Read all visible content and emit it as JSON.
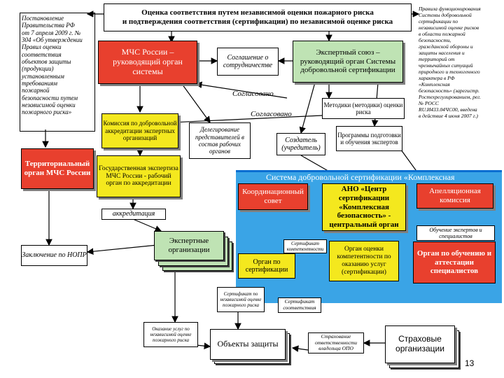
{
  "title_line1": "Оценка соответствия путем независимой оценки пожарного риска",
  "title_line2": "и подтверждения соответствия (сертификации) по независимой оценке риска",
  "left_col": {
    "head": "Постановление",
    "lines": [
      "Правительства РФ",
      "от 7 апреля 2009 г. №",
      "304 «Об утверждении",
      "Правил оценки",
      "соответствия",
      "объектов защиты",
      "(продукции)",
      "установленным",
      "требованиям",
      "пожарной",
      "безопасности путем",
      "независимой оценки",
      "пожарного риска»"
    ]
  },
  "right_col": {
    "lines": [
      "Правила функционирования",
      "Системы добровольной",
      "сертификации по",
      "независимой оценке рисков",
      "в области пожарной",
      "безопасности,",
      "гражданской обороны и",
      "защиты населения и",
      "территорий от",
      "чрезвычайных ситуаций",
      "природного и техногенного",
      "характера в РФ",
      "«Комплексная",
      "безопасность» (зарегистр.",
      "Ростехрегулированием, рег.",
      "№ РОСС",
      "RU.И433.04ЧС00, введена",
      "в действие 4 июня 2007 г.)"
    ]
  },
  "mchs": "МЧС России – руководящий орган системы",
  "agreement": "Соглашение о сотрудничестве",
  "expert_union": "Экспертный союз – руководящий орган Системы добровольной сертификации",
  "agreed1": "Согласовано",
  "agreed2": "Согласовано",
  "methods": "Методики (методики) оценки риска",
  "commission": "Комиссия по добровольной аккредитации экспертных организаций",
  "delegation": "Делегирование представителей в состав рабочих органов",
  "founder": "Создатель (учредитель)",
  "programs": "Программы подготовки и обучения экспертов",
  "territorial": "Территориальный орган МЧС России",
  "state_exam": "Государственная экспертиза МЧС России - рабочий орган по аккредитации",
  "system_label": "Система добровольной сертификации «Комплексная",
  "coord": "Координационный совет",
  "ano": "АНО «Центр сертификации «Комплексная безопасность» - центральный орган",
  "appeal": "Апелляционная комиссия",
  "accreditation": "аккредитация",
  "expert_orgs": "Экспертные организации",
  "conclusion": "Заключение по НОПР",
  "cert_compliance_small": "Сертификат компетентности",
  "training_small": "Обучение экспертов и специалистов",
  "cert_body": "Орган по сертификации",
  "assessment_body": "Орган оценки компетентности по оказанию услуг (сертификации)",
  "training_body": "Орган по обучению и аттестации специалистов",
  "cert_independent": "Сертификат по независимой оценке пожарного риска",
  "cert_compliance": "Сертификат соответствия",
  "service_independent": "Оказание услуг по независимой оценке пожарного риска",
  "objects": "Объекты защиты",
  "insurance_resp": "Страхование ответственности владельца ОПО",
  "insurance": "Страховые организации",
  "page_num": "13"
}
